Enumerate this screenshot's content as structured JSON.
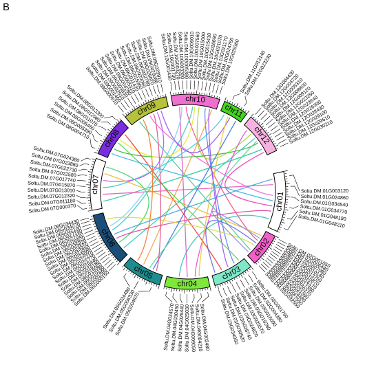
{
  "panel_label": "B",
  "chromosomes": [
    {
      "name": "chr01",
      "color": "#ffffff",
      "label_color": "#000000"
    },
    {
      "name": "chr02",
      "color": "#f25fc9",
      "label_color": "#000000"
    },
    {
      "name": "chr03",
      "color": "#7fe8c8",
      "label_color": "#000000"
    },
    {
      "name": "chr04",
      "color": "#7ee83a",
      "label_color": "#000000"
    },
    {
      "name": "chr05",
      "color": "#1d8d8f",
      "label_color": "#000000"
    },
    {
      "name": "chr06",
      "color": "#1b4f79",
      "label_color": "#000000"
    },
    {
      "name": "chr07",
      "color": "#ffffff",
      "label_color": "#000000"
    },
    {
      "name": "chr08",
      "color": "#7a2ee0",
      "label_color": "#000000"
    },
    {
      "name": "chr09",
      "color": "#b5c23a",
      "label_color": "#000000"
    },
    {
      "name": "chr10",
      "color": "#ef6fd0",
      "label_color": "#000000"
    },
    {
      "name": "chr11",
      "color": "#43d61e",
      "label_color": "#000000"
    },
    {
      "name": "chr12",
      "color": "#f6b3e0",
      "label_color": "#000000"
    }
  ],
  "genes": {
    "chr01": [
      "Soltu.DM.01G003120",
      "Soltu.DM.01G024860",
      "Soltu.DM.01G034540",
      "Soltu.DM.01G034770",
      "Soltu.DM.01G048190",
      "Soltu.DM.01G048210"
    ],
    "chr02": [
      "Soltu.DM.02G001050",
      "Soltu.DM.02G006480",
      "Soltu.DM.02G007080",
      "Soltu.DM.02G010140",
      "Soltu.DM.02G013750",
      "Soltu.DM.02G015870",
      "Soltu.DM.02G016170",
      "Soltu.DM.02G017380",
      "Soltu.DM.02G020270",
      "Soltu.DM.02G021390",
      "Soltu.DM.02G024480",
      "Soltu.DM.02G027550",
      "Soltu.DM.02G032550"
    ],
    "chr03": [
      "Soltu.DM.03G001790",
      "Soltu.DM.03G004380",
      "Soltu.DM.03G016090",
      "Soltu.DM.03G019280",
      "Soltu.DM.03G020570",
      "Soltu.DM.03G024820",
      "Soltu.DM.03G028740",
      "Soltu.DM.03G030520",
      "Soltu.DM.03G034050"
    ],
    "chr04": [
      "Soltu.DM.04G002480",
      "Soltu.DM.04G004210",
      "Soltu.DM.04G009050",
      "Soltu.DM.04G025030",
      "Soltu.DM.04G029440",
      "Soltu.DM.04G030450",
      "Soltu.DM.04G034570"
    ],
    "chr05": [
      "Soltu.DM.05G004970",
      "Soltu.DM.05G006330",
      "Soltu.DM.05G024490"
    ],
    "chr06": [
      "Soltu.DM.06G000150",
      "Soltu.DM.06G001890",
      "Soltu.DM.06G010190",
      "Soltu.DM.06G015060",
      "Soltu.DM.06G016180",
      "Soltu.DM.06G018440",
      "Soltu.DM.06G021770",
      "Soltu.DM.06G022210",
      "Soltu.DM.06G023000",
      "Soltu.DM.06G023830",
      "Soltu.DM.06G024550",
      "Soltu.DM.06G025820",
      "Soltu.DM.06G026920",
      "Soltu.DM.06G027020",
      "Soltu.DM.06G027190",
      "Soltu.DM.06G032100",
      "Soltu.DM.06G034070",
      "Soltu.DM.06G034430"
    ],
    "chr07": [
      "Soltu.DM.07G000370",
      "Soltu.DM.07G011180",
      "Soltu.DM.07G012320",
      "Soltu.DM.07G013010",
      "Soltu.DM.07G015870",
      "Soltu.DM.07G017740",
      "Soltu.DM.07G022580",
      "Soltu.DM.07G022730",
      "Soltu.DM.07G023880",
      "Soltu.DM.07G024380"
    ],
    "chr08": [
      "Soltu.DM.08G004710",
      "Soltu.DM.08G005390",
      "Soltu.DM.08G005460",
      "Soltu.DM.08G011070",
      "Soltu.DM.08G012980",
      "Soltu.DM.08G013300"
    ],
    "chr09": [
      "Soltu.DM.09G000570",
      "Soltu.DM.09G001460",
      "Soltu.DM.09G002510",
      "Soltu.DM.09G003830",
      "Soltu.DM.09G004280",
      "Soltu.DM.09G005310",
      "Soltu.DM.09G011420",
      "Soltu.DM.09G015360",
      "Soltu.DM.09G020060",
      "Soltu.DM.09G022780",
      "Soltu.DM.09G029070",
      "Soltu.DM.09G029080",
      "Soltu.DM.09G029910"
    ],
    "chr10": [
      "Soltu.DM.10G001430",
      "Soltu.DM.10G001730",
      "Soltu.DM.10G003270",
      "Soltu.DM.10G003300",
      "Soltu.DM.10G005380",
      "Soltu.DM.10G006010",
      "Soltu.DM.10G007560",
      "Soltu.DM.10G015000",
      "Soltu.DM.10G015410",
      "Soltu.DM.10G016690",
      "Soltu.DM.10G021070",
      "Soltu.DM.10G021170",
      "Soltu.DM.10G024750",
      "Soltu.DM.10G025360"
    ],
    "chr11": [
      "Soltu.DM.11G012140",
      "Soltu.DM.11G023230"
    ],
    "chr12": [
      "Soltu.DM.12G004430",
      "Soltu.DM.12G004720",
      "Soltu.DM.12G005310",
      "Soltu.DM.12G008600",
      "Soltu.DM.12G009120",
      "Soltu.DM.12G023250",
      "Soltu.DM.12G023640",
      "Soltu.DM.12G026300",
      "Soltu.DM.12G028430",
      "Soltu.DM.12G029100",
      "Soltu.DM.12G029610",
      "Soltu.DM.12G030210"
    ]
  },
  "links": [
    {
      "a": [
        "chr10",
        0.15
      ],
      "b": [
        "chr04",
        0.5
      ],
      "color": "#e94fc4"
    },
    {
      "a": [
        "chr10",
        0.3
      ],
      "b": [
        "chr02",
        0.4
      ],
      "color": "#f05080"
    },
    {
      "a": [
        "chr10",
        0.45
      ],
      "b": [
        "chr06",
        0.6
      ],
      "color": "#36c8c8"
    },
    {
      "a": [
        "chr10",
        0.6
      ],
      "b": [
        "chr12",
        0.3
      ],
      "color": "#a0d840"
    },
    {
      "a": [
        "chr10",
        0.75
      ],
      "b": [
        "chr03",
        0.3
      ],
      "color": "#4f7ef0"
    },
    {
      "a": [
        "chr10",
        0.9
      ],
      "b": [
        "chr05",
        0.6
      ],
      "color": "#f0a040"
    },
    {
      "a": [
        "chr09",
        0.2
      ],
      "b": [
        "chr02",
        0.8
      ],
      "color": "#46c8a0"
    },
    {
      "a": [
        "chr09",
        0.5
      ],
      "b": [
        "chr01",
        0.4
      ],
      "color": "#f068d0"
    },
    {
      "a": [
        "chr09",
        0.8
      ],
      "b": [
        "chr11",
        0.5
      ],
      "color": "#9050f0"
    },
    {
      "a": [
        "chr08",
        0.3
      ],
      "b": [
        "chr12",
        0.6
      ],
      "color": "#32b432"
    },
    {
      "a": [
        "chr08",
        0.6
      ],
      "b": [
        "chr10",
        0.5
      ],
      "color": "#e6e632"
    },
    {
      "a": [
        "chr08",
        0.8
      ],
      "b": [
        "chr03",
        0.7
      ],
      "color": "#f04040"
    },
    {
      "a": [
        "chr07",
        0.15
      ],
      "b": [
        "chr12",
        0.8
      ],
      "color": "#2ac89a"
    },
    {
      "a": [
        "chr07",
        0.3
      ],
      "b": [
        "chr01",
        0.2
      ],
      "color": "#ee55bb"
    },
    {
      "a": [
        "chr07",
        0.45
      ],
      "b": [
        "chr11",
        0.2
      ],
      "color": "#3cc8d8"
    },
    {
      "a": [
        "chr07",
        0.6
      ],
      "b": [
        "chr09",
        0.7
      ],
      "color": "#c84cf0"
    },
    {
      "a": [
        "chr07",
        0.75
      ],
      "b": [
        "chr02",
        0.2
      ],
      "color": "#f0b430"
    },
    {
      "a": [
        "chr07",
        0.9
      ],
      "b": [
        "chr06",
        0.3
      ],
      "color": "#46d070"
    },
    {
      "a": [
        "chr06",
        0.15
      ],
      "b": [
        "chr12",
        0.45
      ],
      "color": "#30c8b0"
    },
    {
      "a": [
        "chr06",
        0.4
      ],
      "b": [
        "chr01",
        0.7
      ],
      "color": "#e040a0"
    },
    {
      "a": [
        "chr06",
        0.7
      ],
      "b": [
        "chr10",
        0.2
      ],
      "color": "#7bd0f0"
    },
    {
      "a": [
        "chr06",
        0.85
      ],
      "b": [
        "chr02",
        0.6
      ],
      "color": "#d2e040"
    },
    {
      "a": [
        "chr05",
        0.3
      ],
      "b": [
        "chr11",
        0.8
      ],
      "color": "#3d6fe0"
    },
    {
      "a": [
        "chr05",
        0.8
      ],
      "b": [
        "chr09",
        0.3
      ],
      "color": "#f07828"
    },
    {
      "a": [
        "chr04",
        0.3
      ],
      "b": [
        "chr12",
        0.15
      ],
      "color": "#e04ccf"
    },
    {
      "a": [
        "chr04",
        0.7
      ],
      "b": [
        "chr01",
        0.85
      ],
      "color": "#2cc0c0"
    },
    {
      "a": [
        "chr03",
        0.5
      ],
      "b": [
        "chr10",
        0.85
      ],
      "color": "#a050e8"
    },
    {
      "a": [
        "chr03",
        0.15
      ],
      "b": [
        "chr08",
        0.5
      ],
      "color": "#4bd04b"
    },
    {
      "a": [
        "chr02",
        0.3
      ],
      "b": [
        "chr02",
        0.9
      ],
      "color": "#8a8ae8"
    },
    {
      "a": [
        "chr02",
        0.5
      ],
      "b": [
        "chr03",
        0.9
      ],
      "color": "#6464d8"
    },
    {
      "a": [
        "chr01",
        0.6
      ],
      "b": [
        "chr12",
        0.9
      ],
      "color": "#f040b4"
    },
    {
      "a": [
        "chr01",
        0.1
      ],
      "b": [
        "chr06",
        0.5
      ],
      "color": "#3ca0e8"
    },
    {
      "a": [
        "chr11",
        0.4
      ],
      "b": [
        "chr04",
        0.2
      ],
      "color": "#e8c832"
    },
    {
      "a": [
        "chr12",
        0.55
      ],
      "b": [
        "chr05",
        0.4
      ],
      "color": "#50d8a0"
    },
    {
      "a": [
        "chr09",
        0.6
      ],
      "b": [
        "chr05",
        0.2
      ],
      "color": "#e05090"
    },
    {
      "a": [
        "chr08",
        0.15
      ],
      "b": [
        "chr01",
        0.5
      ],
      "color": "#32b4e0"
    }
  ]
}
